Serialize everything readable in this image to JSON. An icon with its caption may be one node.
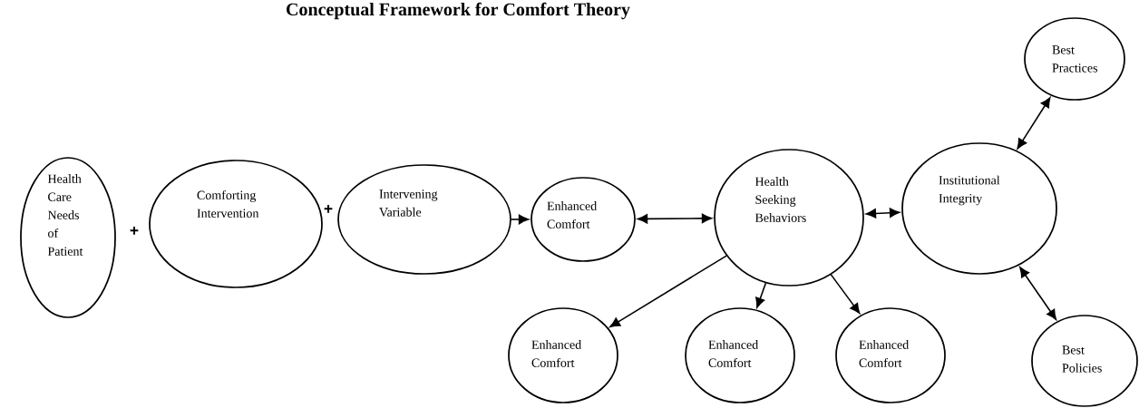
{
  "diagram": {
    "title": "Conceptual Framework for Comfort Theory",
    "nodes": [
      {
        "text": [
          "Health Care Needs of Patient"
        ]
      },
      {
        "text": [
          "Comforting Intervention"
        ]
      },
      {
        "text": [
          "Intervening Variable"
        ]
      },
      {
        "text": [
          "Enhanced Comfort"
        ]
      },
      {
        "text": [
          "Health Seeking Behaviors"
        ]
      },
      {
        "text": [
          "Institutional Integrity"
        ]
      },
      {
        "text": [
          "Best Practices"
        ]
      },
      {
        "text": [
          "Enhanced Comfort"
        ]
      },
      {
        "text": [
          "Enhanced Comfort"
        ]
      },
      {
        "text": [
          "Enhanced Comfort"
        ]
      },
      {
        "text": [
          "Best Policies"
        ]
      }
    ],
    "edges": [
      {
        "from": 2,
        "to": 3,
        "arrow": "to"
      },
      {
        "from": 3,
        "to": 4,
        "arrow": "both"
      },
      {
        "from": 4,
        "to": 5,
        "arrow": "both"
      },
      {
        "from": 5,
        "to": 6,
        "arrow": "both"
      },
      {
        "from": 5,
        "to": 10,
        "arrow": "both"
      },
      {
        "from": 4,
        "to": 7,
        "arrow": "to"
      },
      {
        "from": 4,
        "to": 8,
        "arrow": "to"
      },
      {
        "from": 4,
        "to": 9,
        "arrow": "to"
      }
    ],
    "labels": [
      "+",
      "+"
    ]
  }
}
